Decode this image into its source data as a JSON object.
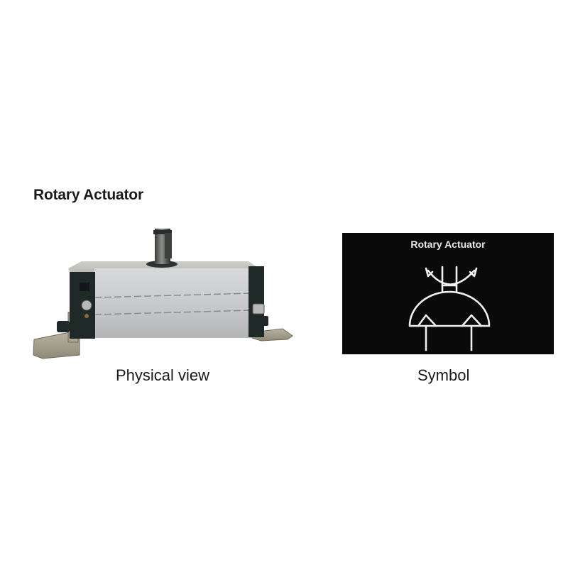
{
  "page": {
    "title": "Rotary Actuator"
  },
  "figures": [
    {
      "id": "physical",
      "caption": "Physical view",
      "image_description": "photo of a pneumatic rotary actuator with aluminum body, central output shaft, end caps with fittings, and mounting brackets"
    },
    {
      "id": "symbol",
      "caption": "Symbol",
      "panel_title": "Rotary Actuator",
      "panel_background": "#0a0a0a",
      "line_color": "#f0f0f0",
      "icon": "rotary-actuator-symbol"
    }
  ]
}
